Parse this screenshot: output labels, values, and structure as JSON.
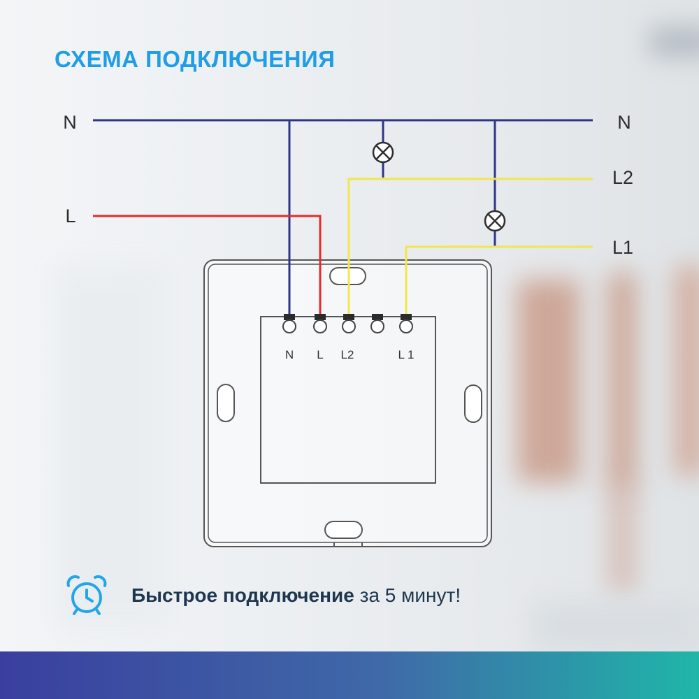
{
  "title": "СХЕМА ПОДКЛЮЧЕНИЯ",
  "wire_labels": {
    "n_left": "N",
    "n_right": "N",
    "l_left": "L",
    "l2_right": "L2",
    "l1_right": "L1"
  },
  "terminals": [
    "N",
    "L",
    "L2",
    "",
    "L 1"
  ],
  "promo": {
    "bold": "Быстрое подключение",
    "rest": " за 5 минут!",
    "icon": "alarm-clock-icon"
  },
  "colors": {
    "title": "#1f9ee5",
    "neutral_wire": "#2e3589",
    "live_wire": "#e42b2b",
    "load_wire": "#f2e64f",
    "device_outline": "#555555",
    "footer_start": "#3a3f9f",
    "footer_end": "#1fb6a8"
  }
}
